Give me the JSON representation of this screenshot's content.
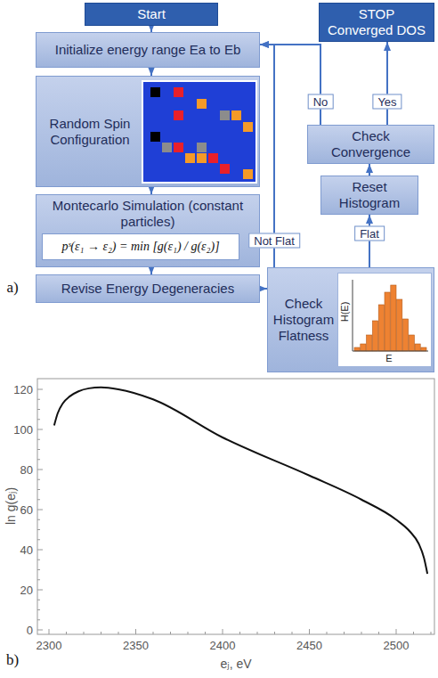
{
  "diagram": {
    "nodes": [
      {
        "text": [
          "Start"
        ]
      },
      {
        "text": [
          "Initialize energy range Ea to Eb"
        ]
      },
      {
        "text": [
          "Random Spin Configuration"
        ]
      },
      {
        "text": [
          "Montecarlo Simulation (constant particles)",
          "pˢ(ε₁ → ε₂) = min [g(ε₁) / g(ε₂)]"
        ]
      },
      {
        "text": [
          "Revise Energy Degeneracies"
        ]
      },
      {
        "text": [
          "Check Histogram Flatness"
        ]
      },
      {
        "text": [
          "Reset Histogram"
        ]
      },
      {
        "text": [
          "Check Convergence"
        ]
      },
      {
        "text": [
          "STOP Converged DOS"
        ]
      }
    ],
    "edges": [
      {
        "from": 0,
        "to": 1,
        "arrow": "to"
      },
      {
        "from": 1,
        "to": 2,
        "arrow": "to"
      },
      {
        "from": 2,
        "to": 3,
        "arrow": "to"
      },
      {
        "from": 3,
        "to": 4,
        "arrow": "to"
      },
      {
        "from": 4,
        "to": 5,
        "arrow": "to"
      },
      {
        "from": 5,
        "to": 1,
        "label": "Not Flat",
        "arrow": "to"
      },
      {
        "from": 5,
        "to": 6,
        "label": "Flat",
        "arrow": "to"
      },
      {
        "from": 6,
        "to": 7,
        "arrow": "to"
      },
      {
        "from": 7,
        "to": 1,
        "label": "No",
        "arrow": "to"
      },
      {
        "from": 7,
        "to": 8,
        "label": "Yes",
        "arrow": "to"
      }
    ],
    "labels": [
      "H(E)",
      "E",
      "a)",
      "120",
      "100",
      "80",
      "60",
      "40",
      "20",
      "0",
      "2300",
      "2350",
      "2400",
      "2450",
      "2500",
      "ln g(eⱼ)",
      "eⱼ, eV",
      "b)"
    ]
  }
}
